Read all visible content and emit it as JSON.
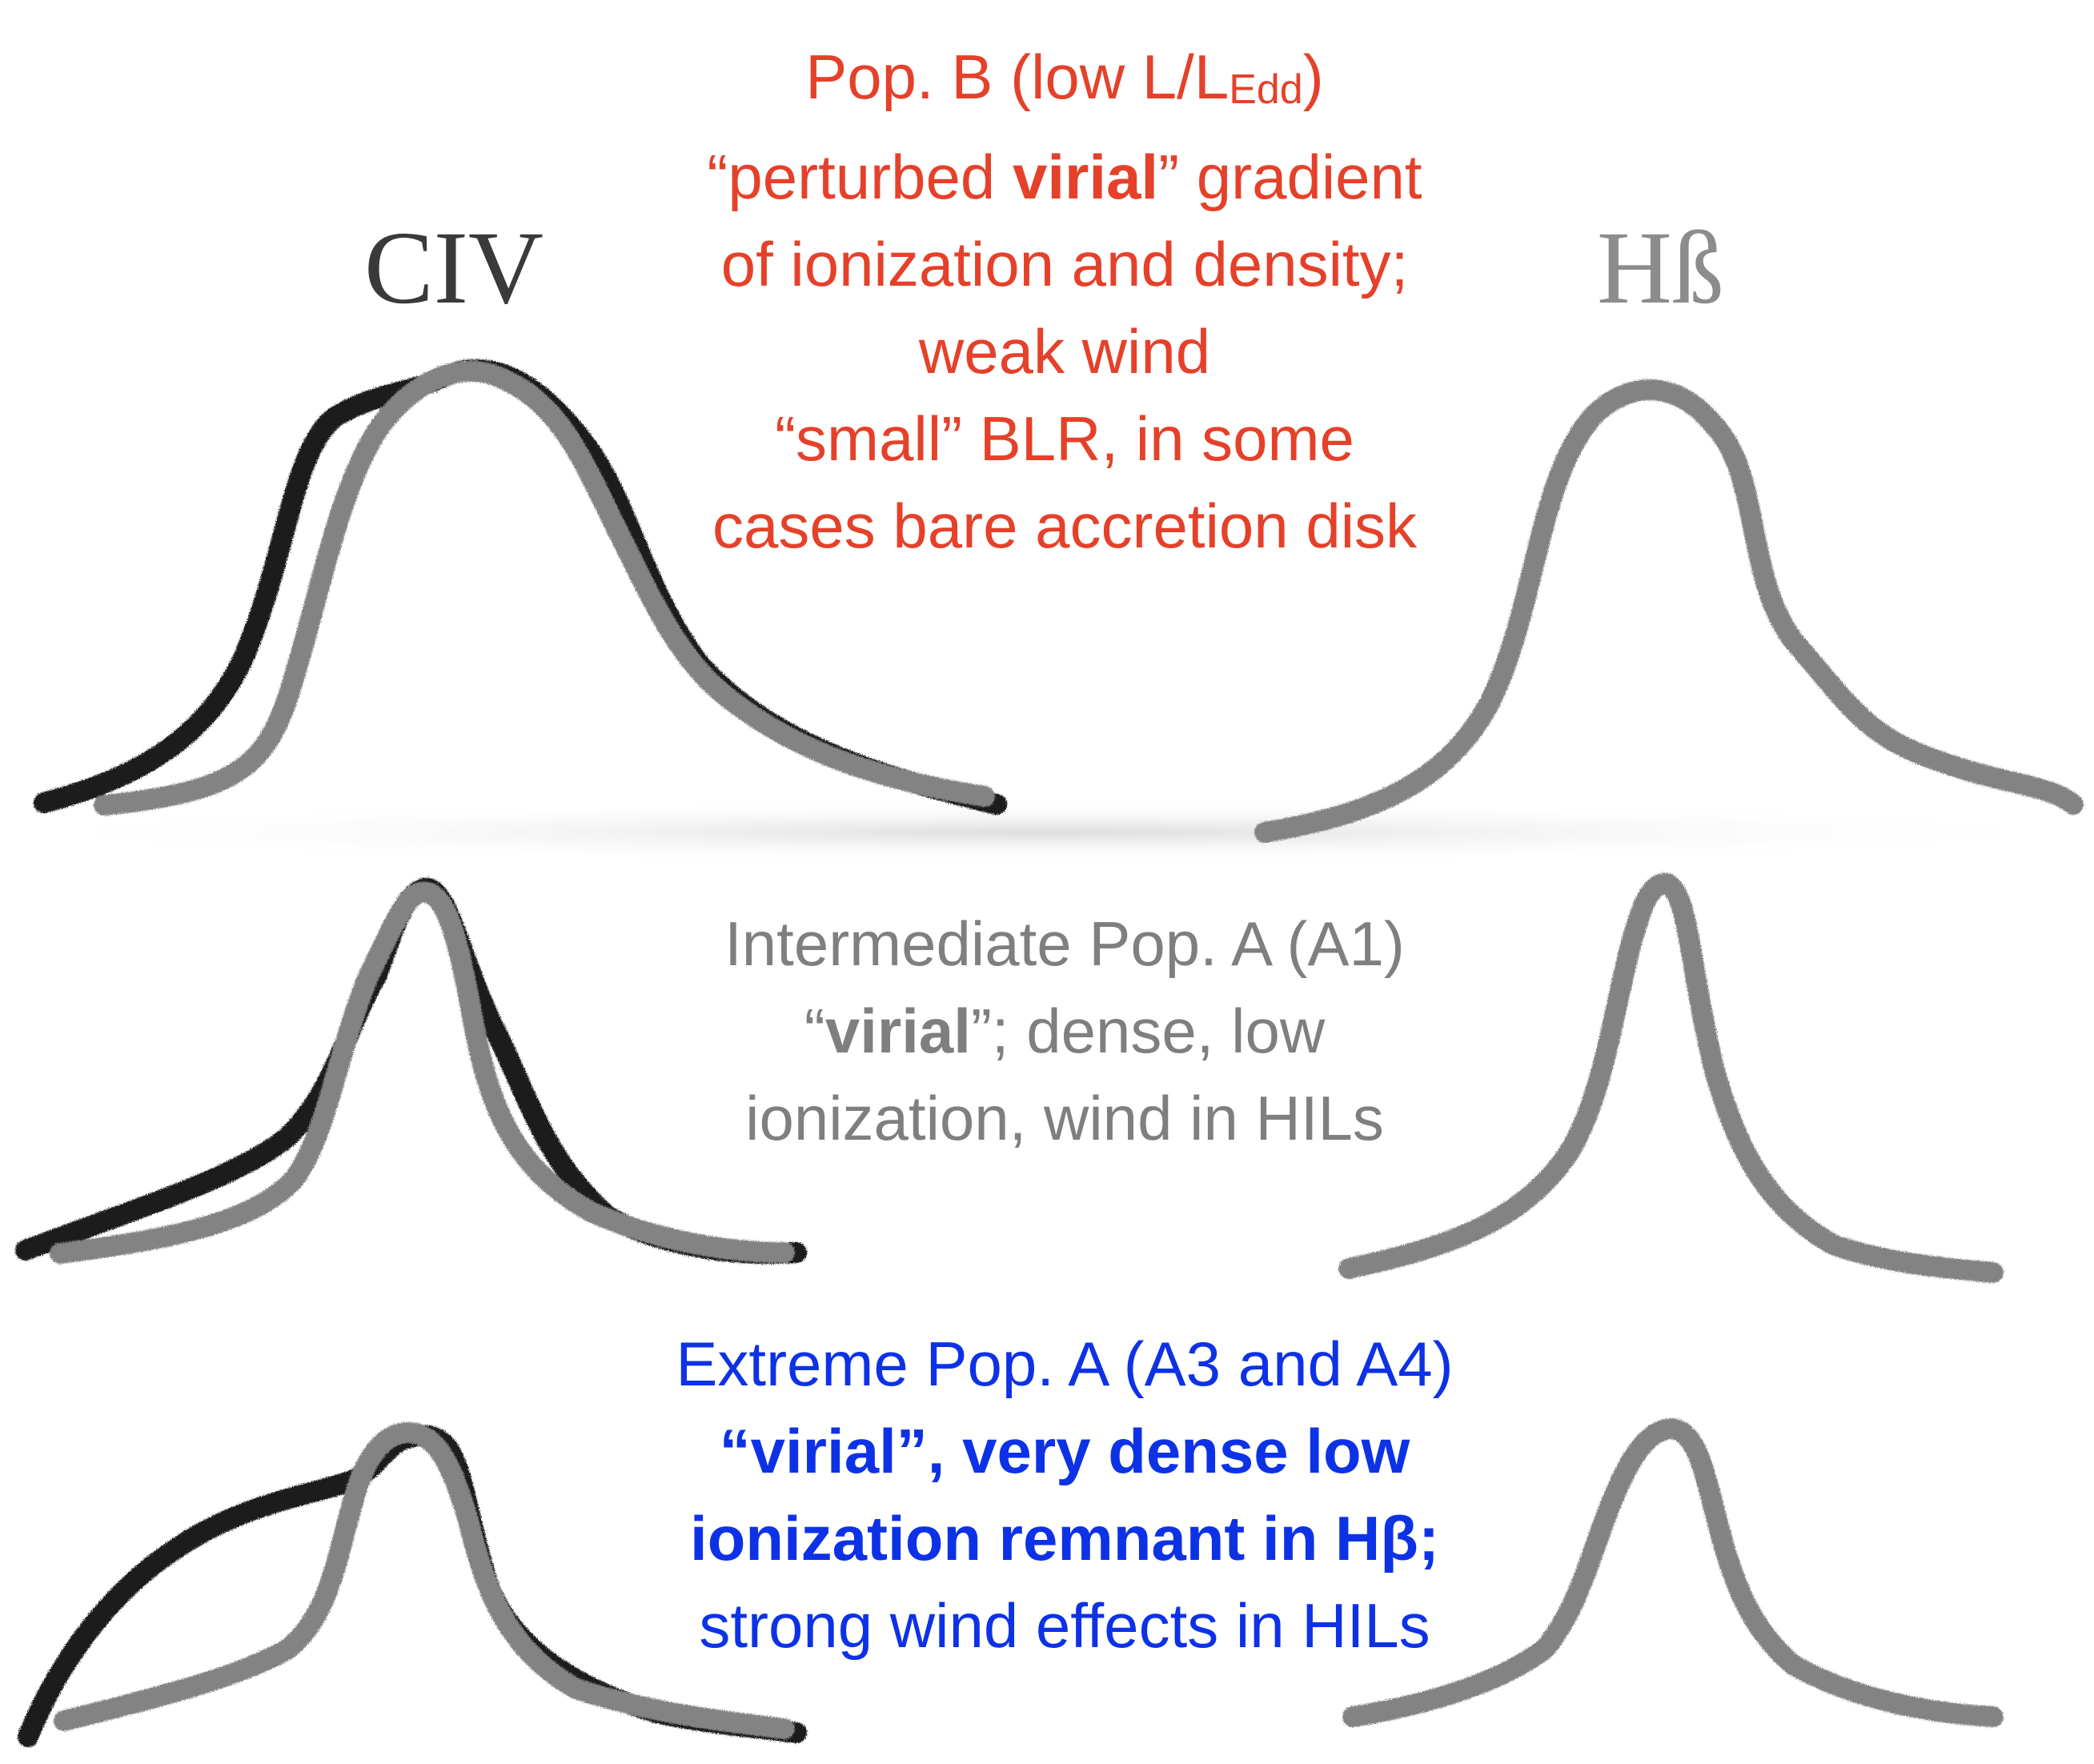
{
  "column_labels": {
    "civ": "CIV",
    "hbeta": "Hß"
  },
  "colors": {
    "civ_profile": "#1c1c1c",
    "hbeta_profile": "#838383",
    "pop_b_text": "#e5412a",
    "pop_a1_text": "#7f7f7f",
    "extreme_text": "#0d32e6"
  },
  "blocks": {
    "pop_b": {
      "l1_pre": "Pop. B (low L/L",
      "l1_sub": "Edd",
      "l1_post": ")",
      "l2_pre": "“perturbed ",
      "l2_bold": "virial",
      "l2_post": "” gradient",
      "l3": "of ionization and density;",
      "l4": "weak wind",
      "l5": "“small” BLR, in some",
      "l6": "cases bare accretion disk"
    },
    "pop_a1": {
      "l1": "Intermediate Pop. A (A1)",
      "l2_pre": "“",
      "l2_bold": "virial",
      "l2_post": "”; dense, low",
      "l3": "ionization, wind in HILs"
    },
    "extreme": {
      "l1": "Extreme Pop. A (A3 and A4)",
      "l2": "“virial”, very dense low",
      "l3": "ionization remnant in Hβ;",
      "l4": "strong wind effects in HILs"
    }
  }
}
